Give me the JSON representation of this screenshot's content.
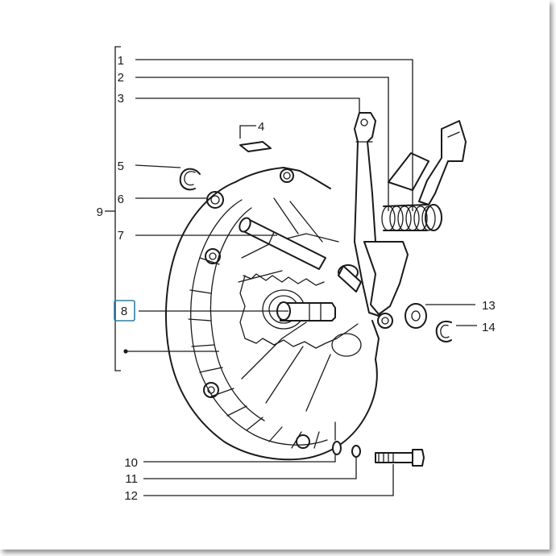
{
  "diagram": {
    "callouts": [
      {
        "id": "c1",
        "label": "1"
      },
      {
        "id": "c2",
        "label": "2"
      },
      {
        "id": "c3",
        "label": "3"
      },
      {
        "id": "c4",
        "label": "4"
      },
      {
        "id": "c5",
        "label": "5"
      },
      {
        "id": "c6",
        "label": "6"
      },
      {
        "id": "c7",
        "label": "7"
      },
      {
        "id": "c8",
        "label": "8",
        "highlighted": true
      },
      {
        "id": "c9",
        "label": "9"
      },
      {
        "id": "c10",
        "label": "10"
      },
      {
        "id": "c11",
        "label": "11"
      },
      {
        "id": "c12",
        "label": "12"
      },
      {
        "id": "c13",
        "label": "13"
      },
      {
        "id": "c14",
        "label": "14"
      }
    ],
    "highlight_color": "#2d7fa6",
    "line_color": "#1a1a1a"
  }
}
